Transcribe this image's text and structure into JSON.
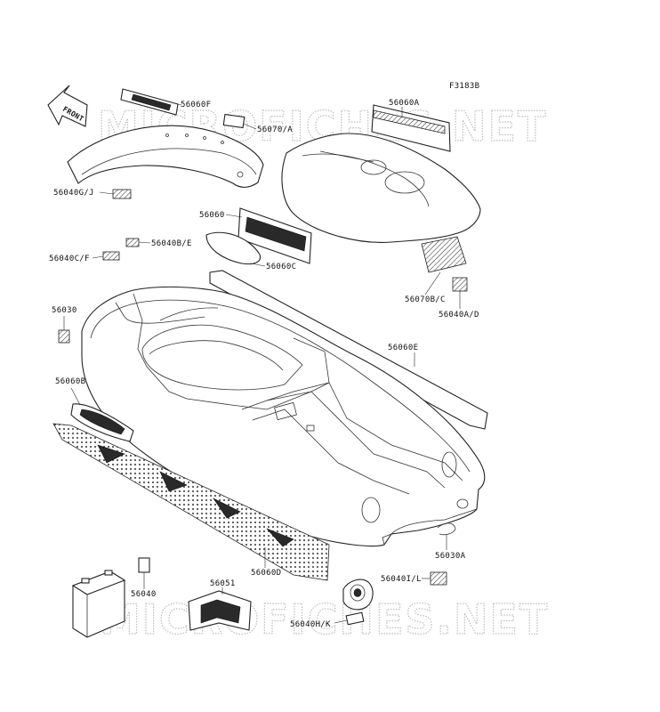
{
  "figure_code": "F3183B",
  "front_label": "FRONT",
  "watermark": "MICROFICHES.NET",
  "part_labels": {
    "p56060F": "56060F",
    "p56070A": "56070/A",
    "p56060A": "56060A",
    "p56040GJ": "56040G/J",
    "p56060": "56060",
    "p56040BE": "56040B/E",
    "p56040CF": "56040C/F",
    "p56060C": "56060C",
    "p56070BC": "56070B/C",
    "p56040AD": "56040A/D",
    "p56030": "56030",
    "p56060E": "56060E",
    "p56060B": "56060B",
    "p56030A": "56030A",
    "p56040IL": "56040I/L",
    "p56060D": "56060D",
    "p56040": "56040",
    "p56051": "56051",
    "p56040HK": "56040H/K"
  }
}
